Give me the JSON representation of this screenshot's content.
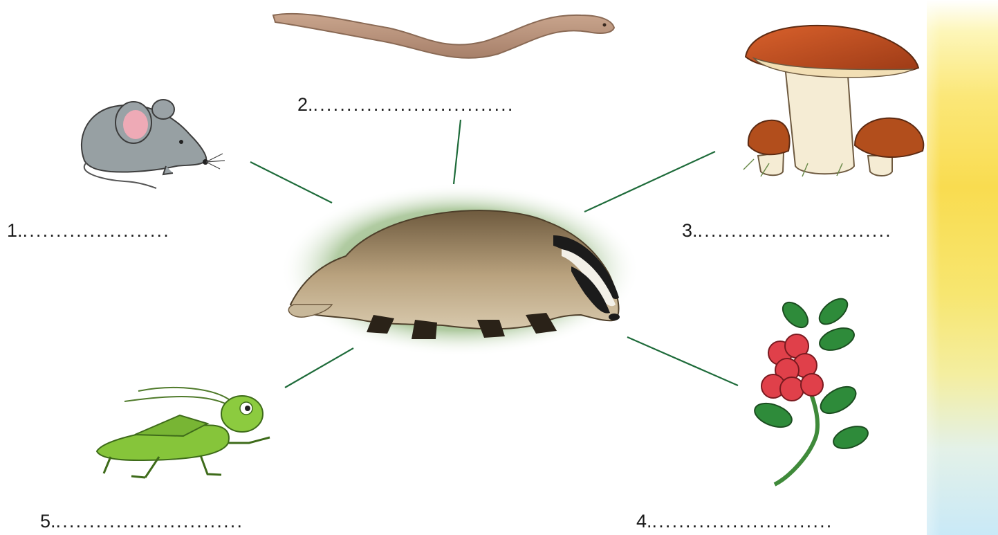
{
  "labels": [
    {
      "number": "1.",
      "dots": "......................"
    },
    {
      "number": "2.",
      "dots": ".............................."
    },
    {
      "number": "3.",
      "dots": "............................."
    },
    {
      "number": "4.",
      "dots": "..........................."
    },
    {
      "number": "5.",
      "dots": "............................"
    }
  ],
  "colors": {
    "connector": "#1e6b3a",
    "rainbow": "#f9dc50"
  },
  "icons": [
    "mouse-icon",
    "worm-icon",
    "mushroom-icon",
    "lingonberry-icon",
    "grasshopper-icon",
    "badger-icon"
  ]
}
